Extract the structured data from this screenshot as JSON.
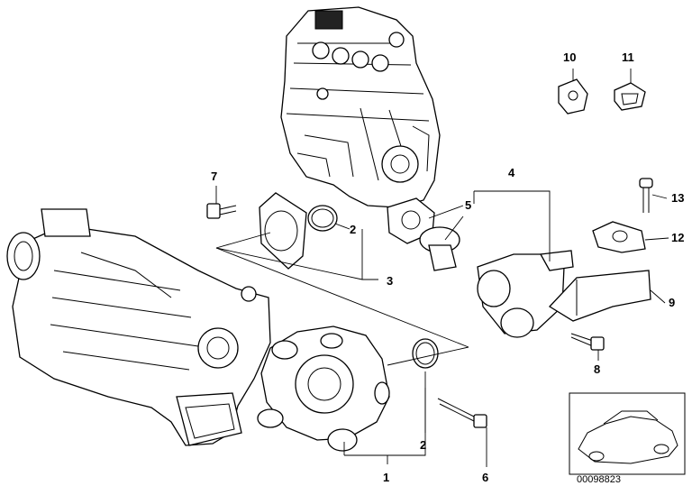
{
  "callouts": [
    {
      "id": "c1",
      "label": "1"
    },
    {
      "id": "c2a",
      "label": "2"
    },
    {
      "id": "c2b",
      "label": "2"
    },
    {
      "id": "c3",
      "label": "3"
    },
    {
      "id": "c4",
      "label": "4"
    },
    {
      "id": "c5",
      "label": "5"
    },
    {
      "id": "c6",
      "label": "6"
    },
    {
      "id": "c7",
      "label": "7"
    },
    {
      "id": "c8",
      "label": "8"
    },
    {
      "id": "c9",
      "label": "9"
    },
    {
      "id": "c10",
      "label": "10"
    },
    {
      "id": "c11",
      "label": "11"
    },
    {
      "id": "c12",
      "label": "12"
    },
    {
      "id": "c13",
      "label": "13"
    }
  ],
  "diagram_id": "00098823",
  "icons": [
    "engine-block-illustration",
    "supercharger-illustration",
    "water-pump-illustration",
    "thermostat-housing-illustration",
    "car-thumbnail-icon"
  ]
}
